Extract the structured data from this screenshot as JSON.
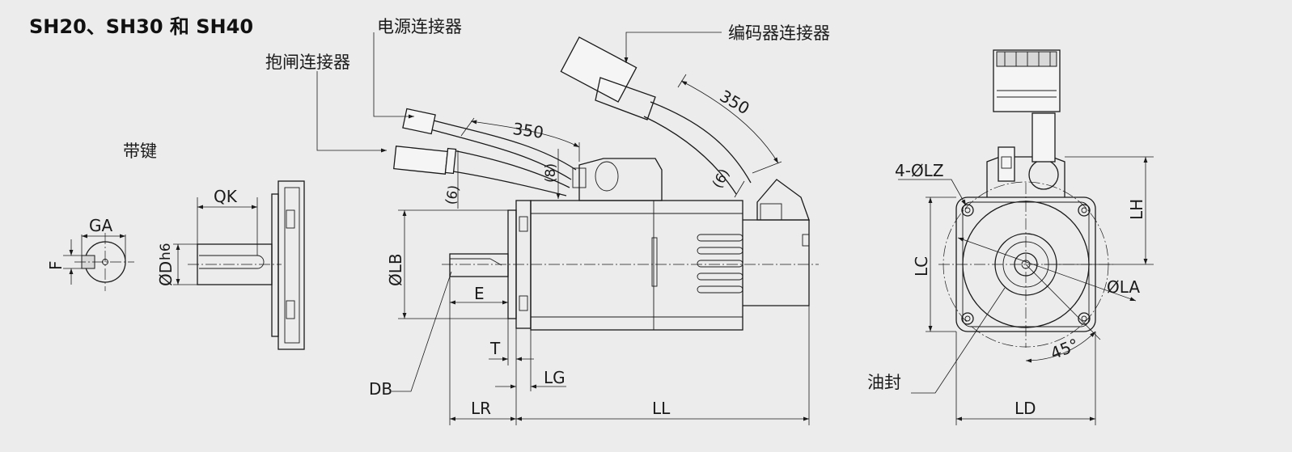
{
  "title": "SH20、SH30 和 SH40",
  "keyed_label": "带键",
  "callouts": {
    "power_connector": "电源连接器",
    "brake_connector": "抱闸连接器",
    "encoder_connector": "编码器连接器",
    "oil_seal": "油封"
  },
  "dims": {
    "qk": "QK",
    "ga": "GA",
    "f": "F",
    "d_main": "ØD",
    "d_tol": "h6",
    "lb": "ØLB",
    "e": "E",
    "t": "T",
    "lg": "LG",
    "lr": "LR",
    "ll": "LL",
    "db": "DB",
    "cable_len_1": "350",
    "cable_len_2": "350",
    "off_6_a": "(6)",
    "off_8": "(8)",
    "off_6_b": "(6)",
    "lz": "4-ØLZ",
    "lh": "LH",
    "lc": "LC",
    "la": "ØLA",
    "angle": "45°",
    "ld": "LD"
  }
}
